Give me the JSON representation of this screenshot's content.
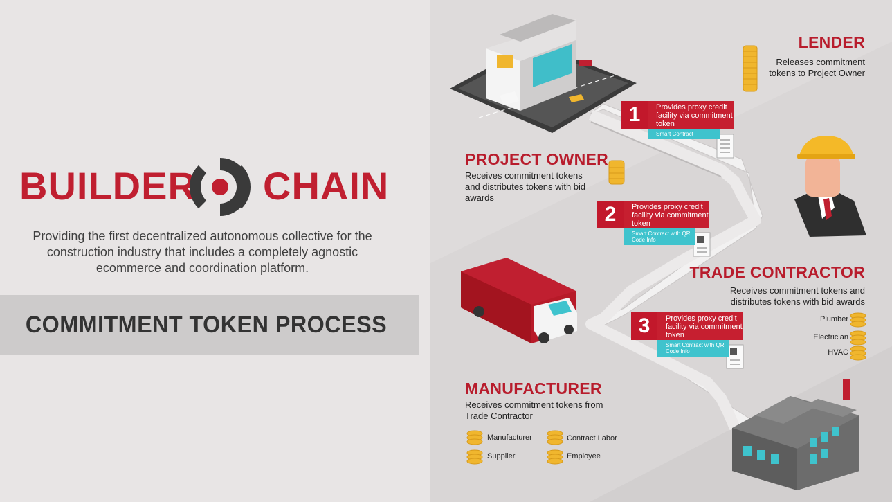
{
  "brand": {
    "word_left": "BUILDER",
    "word_right": "CHAIN",
    "tagline": "Providing the first decentralized autonomous collective for the construction industry that includes a completely agnostic ecommerce and coordination platform."
  },
  "banner": {
    "title": "COMMITMENT TOKEN PROCESS"
  },
  "roles": {
    "lender": {
      "title": "LENDER",
      "description": "Releases commitment tokens to Project Owner"
    },
    "project_owner": {
      "title": "PROJECT OWNER",
      "description": "Receives commitment tokens and distributes tokens with bid awards"
    },
    "trade_contractor": {
      "title": "TRADE CONTRACTOR",
      "description": "Receives commitment tokens and distributes tokens with bid awards",
      "items": [
        "Plumber",
        "Electrician",
        "HVAC"
      ]
    },
    "manufacturer": {
      "title": "MANUFACTURER",
      "description": "Receives commitment tokens from Trade Contractor",
      "items": [
        "Manufacturer",
        "Contract Labor",
        "Supplier",
        "Employee"
      ]
    }
  },
  "steps": [
    {
      "number": "1",
      "text": "Provides proxy credit facility via commitment token",
      "sub": "Smart Contract"
    },
    {
      "number": "2",
      "text": "Provides proxy credit facility via commitment token",
      "sub": "Smart Contract with QR Code Info"
    },
    {
      "number": "3",
      "text": "Provides proxy credit facility via commitment token",
      "sub": "Smart Contract with QR Code Info"
    }
  ],
  "colors": {
    "brand_red": "#c01f30",
    "accent_teal": "#2bbcc7",
    "coin_gold": "#f0b62e",
    "dark_text": "#333333"
  },
  "icons": [
    "logo-mark-icon",
    "office-building-icon",
    "construction-worker-icon",
    "truck-icon",
    "factory-icon",
    "coin-stack-icon",
    "document-icon",
    "qr-code-icon",
    "staircase-path"
  ]
}
